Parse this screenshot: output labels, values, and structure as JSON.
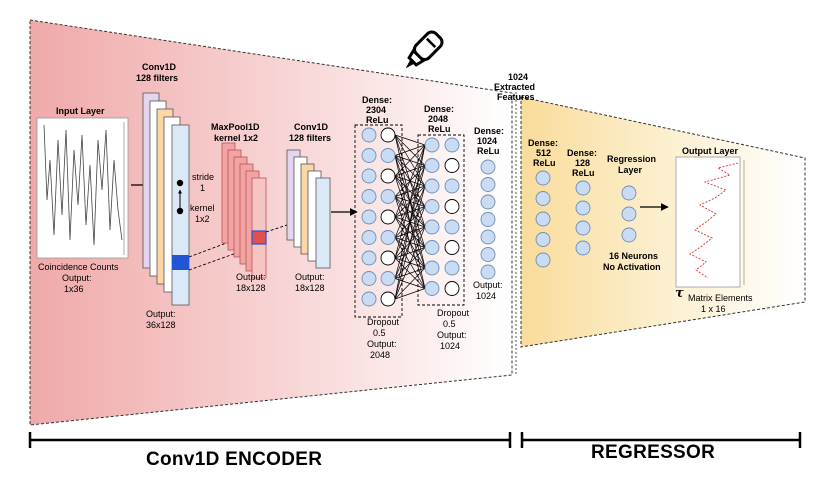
{
  "encoder": {
    "input_layer": {
      "title": "Input Layer",
      "caption": "Coincidence Counts",
      "output_label": "Output:",
      "output_value": "1x36"
    },
    "conv1": {
      "title": "Conv1D",
      "filters": "128 filters",
      "stride": "stride",
      "stride_value": "1",
      "kernel": "kernel",
      "kernel_value": "1x2",
      "output_label": "Output:",
      "output_value": "36x128"
    },
    "maxpool": {
      "title": "MaxPool1D",
      "kernel": "kernel 1x2",
      "output_label": "Output:",
      "output_value": "18x128"
    },
    "conv2": {
      "title": "Conv1D",
      "filters": "128 filters",
      "output_label": "Output:",
      "output_value": "18x128"
    },
    "dense1": {
      "title": "Dense:",
      "units": "2304",
      "activation": "ReLu",
      "dropout": "Dropout",
      "dropout_value": "0.5",
      "output_label": "Output:",
      "output_value": "2048"
    },
    "dense2": {
      "title": "Dense:",
      "units": "2048",
      "activation": "ReLu",
      "dropout": "Dropout",
      "dropout_value": "0.5",
      "output_label": "Output:",
      "output_value": "1024"
    },
    "dense3": {
      "title": "Dense:",
      "units": "1024",
      "activation": "ReLu",
      "output_label": "Output:",
      "output_value": "1024"
    },
    "features": {
      "line1": "1024",
      "line2": "Extracted",
      "line3": "Features"
    },
    "section_label": "Conv1D ENCODER"
  },
  "regressor": {
    "dense512": {
      "title": "Dense:",
      "units": "512",
      "activation": "ReLu"
    },
    "dense128": {
      "title": "Dense:",
      "units": "128",
      "activation": "ReLu"
    },
    "regression": {
      "line1": "Regression",
      "line2": "Layer",
      "neurons": "16 Neurons",
      "activation": "No Activation"
    },
    "output_layer": {
      "title": "Output Layer",
      "tau": "τ",
      "caption": "Matrix Elements",
      "shape": "1 x 16"
    },
    "section_label": "REGRESSOR"
  },
  "icons": [
    "pen-icon"
  ],
  "colors": {
    "encoder_fill": "#f3b5b5",
    "regressor_fill": "#fbe7b0",
    "neuron_fill": "#c9dcf3",
    "neuron_stroke": "#6f8fb5",
    "maxpool_fill": "#f2a3a3",
    "conv_purple": "#e3d5f0",
    "conv_orange": "#fbd7a6",
    "conv_blue": "#dbe8f8",
    "highlight_blue": "#2255d6"
  }
}
